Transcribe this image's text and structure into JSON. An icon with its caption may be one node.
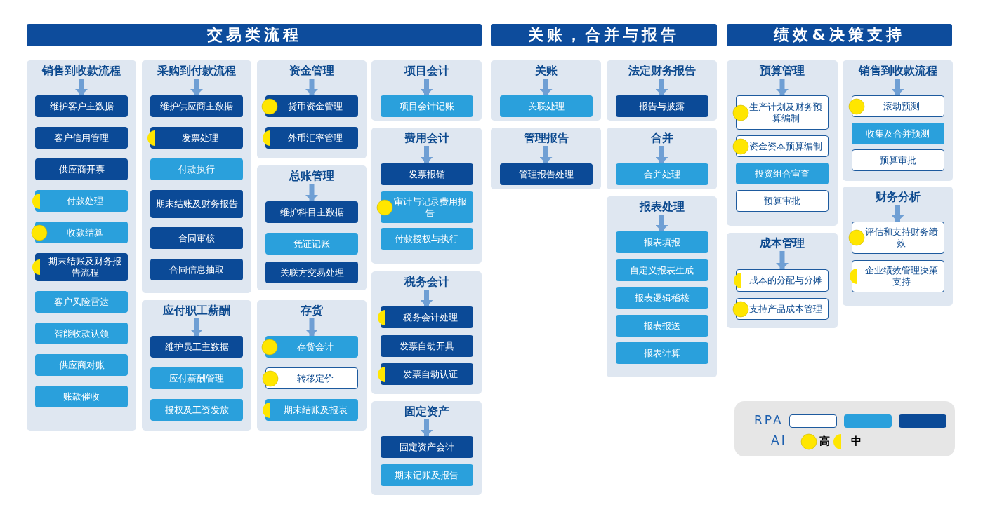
{
  "diagram": {
    "nodes": [
      {
        "text": [
          "交易类流程"
        ]
      },
      {
        "text": [
          "关账，合并与报告"
        ]
      },
      {
        "text": [
          "绩效&决策支持"
        ]
      },
      {
        "text": [],
        "shape": "box"
      },
      {
        "text": [
          "销售到收款流程"
        ],
        "in": 3
      },
      {
        "text": [
          "维护客户主数据"
        ],
        "in": 3
      },
      {
        "text": [
          "客户信用管理"
        ],
        "in": 3
      },
      {
        "text": [
          "供应商开票"
        ],
        "in": 3
      },
      {
        "text": [
          "付款处理"
        ],
        "in": 3
      },
      {
        "text": [
          "收款结算"
        ],
        "in": 3
      },
      {
        "text": [
          "期末结账及财务报告流程"
        ],
        "in": 3
      },
      {
        "text": [
          "客户风险雷达"
        ],
        "in": 3
      },
      {
        "text": [
          "智能收款认领"
        ],
        "in": 3
      },
      {
        "text": [
          "供应商对账"
        ],
        "in": 3
      },
      {
        "text": [
          "账款催收"
        ],
        "in": 3
      },
      {
        "text": [],
        "shape": "box"
      },
      {
        "text": [
          "采购到付款流程"
        ],
        "in": 15
      },
      {
        "text": [
          "维护供应商主数据"
        ],
        "in": 15
      },
      {
        "text": [
          "发票处理"
        ],
        "in": 15
      },
      {
        "text": [
          "付款执行"
        ],
        "in": 15
      },
      {
        "text": [
          "期末结账及财务报告"
        ],
        "in": 15
      },
      {
        "text": [
          "合同审核"
        ],
        "in": 15
      },
      {
        "text": [
          "合同信息抽取"
        ],
        "in": 15
      },
      {
        "text": [],
        "shape": "box"
      },
      {
        "text": [
          "应付职工薪酬"
        ],
        "in": 23
      },
      {
        "text": [
          "维护员工主数据"
        ],
        "in": 23
      },
      {
        "text": [
          "应付薪酬管理"
        ],
        "in": 23
      },
      {
        "text": [
          "授权及工资发放"
        ],
        "in": 23
      },
      {
        "text": [],
        "shape": "box"
      },
      {
        "text": [
          "资金管理"
        ],
        "in": 28
      },
      {
        "text": [
          "货币资金管理"
        ],
        "in": 28
      },
      {
        "text": [
          "外币汇率管理"
        ],
        "in": 28
      },
      {
        "text": [],
        "shape": "box"
      },
      {
        "text": [
          "总账管理"
        ],
        "in": 32
      },
      {
        "text": [
          "维护科目主数据"
        ],
        "in": 32
      },
      {
        "text": [
          "凭证记账"
        ],
        "in": 32
      },
      {
        "text": [
          "关联方交易处理"
        ],
        "in": 32
      },
      {
        "text": [],
        "shape": "box"
      },
      {
        "text": [
          "存货"
        ],
        "in": 37
      },
      {
        "text": [
          "存货会计"
        ],
        "in": 37
      },
      {
        "text": [
          "转移定价"
        ],
        "in": 37
      },
      {
        "text": [
          "期末结账及报表"
        ],
        "in": 37
      },
      {
        "text": [],
        "shape": "box"
      },
      {
        "text": [
          "项目会计"
        ],
        "in": 42
      },
      {
        "text": [
          "项目会计记账"
        ],
        "in": 42
      },
      {
        "text": [],
        "shape": "box"
      },
      {
        "text": [
          "费用会计"
        ],
        "in": 45
      },
      {
        "text": [
          "发票报销"
        ],
        "in": 45
      },
      {
        "text": [
          "审计与记录费用报告"
        ],
        "in": 45
      },
      {
        "text": [
          "付款授权与执行"
        ],
        "in": 45
      },
      {
        "text": [],
        "shape": "box"
      },
      {
        "text": [
          "税务会计"
        ],
        "in": 50
      },
      {
        "text": [
          "税务会计处理"
        ],
        "in": 50
      },
      {
        "text": [
          "发票自动开具"
        ],
        "in": 50
      },
      {
        "text": [
          "发票自动认证"
        ],
        "in": 50
      },
      {
        "text": [],
        "shape": "box"
      },
      {
        "text": [
          "固定资产"
        ],
        "in": 55
      },
      {
        "text": [
          "固定资产会计"
        ],
        "in": 55
      },
      {
        "text": [
          "期末记账及报告"
        ],
        "in": 55
      },
      {
        "text": [],
        "shape": "box"
      },
      {
        "text": [
          "关账"
        ],
        "in": 59
      },
      {
        "text": [
          "关联处理"
        ],
        "in": 59
      },
      {
        "text": [],
        "shape": "box"
      },
      {
        "text": [
          "管理报告"
        ],
        "in": 62
      },
      {
        "text": [
          "管理报告处理"
        ],
        "in": 62
      },
      {
        "text": [],
        "shape": "box"
      },
      {
        "text": [
          "法定财务报告"
        ],
        "in": 65
      },
      {
        "text": [
          "报告与披露"
        ],
        "in": 65
      },
      {
        "text": [],
        "shape": "box"
      },
      {
        "text": [
          "合并"
        ],
        "in": 68
      },
      {
        "text": [
          "合并处理"
        ],
        "in": 68
      },
      {
        "text": [],
        "shape": "box"
      },
      {
        "text": [
          "报表处理"
        ],
        "in": 71
      },
      {
        "text": [
          "报表填报"
        ],
        "in": 71
      },
      {
        "text": [
          "自定义报表生成"
        ],
        "in": 71
      },
      {
        "text": [
          "报表逻辑稽核"
        ],
        "in": 71
      },
      {
        "text": [
          "报表报送"
        ],
        "in": 71
      },
      {
        "text": [
          "报表计算"
        ],
        "in": 71
      },
      {
        "text": [],
        "shape": "box"
      },
      {
        "text": [
          "预算管理"
        ],
        "in": 78
      },
      {
        "text": [
          "生产计划及财务预算编制"
        ],
        "in": 78
      },
      {
        "text": [
          "资金资本预算编制"
        ],
        "in": 78
      },
      {
        "text": [
          "投资组合审查"
        ],
        "in": 78
      },
      {
        "text": [
          "预算审批"
        ],
        "in": 78
      },
      {
        "text": [],
        "shape": "box"
      },
      {
        "text": [
          "成本管理"
        ],
        "in": 84
      },
      {
        "text": [
          "成本的分配与分摊"
        ],
        "in": 84
      },
      {
        "text": [
          "支持产品成本管理"
        ],
        "in": 84
      },
      {
        "text": [],
        "shape": "box"
      },
      {
        "text": [
          "销售到收款流程"
        ],
        "in": 88
      },
      {
        "text": [
          "滚动预测"
        ],
        "in": 88
      },
      {
        "text": [
          "收集及合并预测"
        ],
        "in": 88
      },
      {
        "text": [
          "预算审批"
        ],
        "in": 88
      },
      {
        "text": [],
        "shape": "box"
      },
      {
        "text": [
          "财务分析"
        ],
        "in": 93
      },
      {
        "text": [
          "评估和支持财务绩效"
        ],
        "in": 93
      },
      {
        "text": [
          "企业绩效管理决策支持"
        ],
        "in": 93
      }
    ],
    "edges": [
      {
        "from": 4,
        "to": 5,
        "arrow": "to"
      },
      {
        "from": 16,
        "to": 17,
        "arrow": "to"
      },
      {
        "from": 24,
        "to": 25,
        "arrow": "to"
      },
      {
        "from": 29,
        "to": 30,
        "arrow": "to"
      },
      {
        "from": 33,
        "to": 34,
        "arrow": "to"
      },
      {
        "from": 38,
        "to": 39,
        "arrow": "to"
      },
      {
        "from": 43,
        "to": 44,
        "arrow": "to"
      },
      {
        "from": 46,
        "to": 47,
        "arrow": "to"
      },
      {
        "from": 51,
        "to": 52,
        "arrow": "to"
      },
      {
        "from": 56,
        "to": 57,
        "arrow": "to"
      },
      {
        "from": 60,
        "to": 61,
        "arrow": "to"
      },
      {
        "from": 63,
        "to": 64,
        "arrow": "to"
      },
      {
        "from": 66,
        "to": 67,
        "arrow": "to"
      },
      {
        "from": 69,
        "to": 70,
        "arrow": "to"
      },
      {
        "from": 72,
        "to": 73,
        "arrow": "to"
      },
      {
        "from": 79,
        "to": 80,
        "arrow": "to"
      },
      {
        "from": 85,
        "to": 86,
        "arrow": "to"
      },
      {
        "from": 89,
        "to": 90,
        "arrow": "to"
      },
      {
        "from": 94,
        "to": 95,
        "arrow": "to"
      }
    ],
    "labels": [
      "RPA",
      "AI"
    ],
    "legend": [
      {
        "text": "高"
      },
      {
        "text": "中"
      }
    ]
  }
}
